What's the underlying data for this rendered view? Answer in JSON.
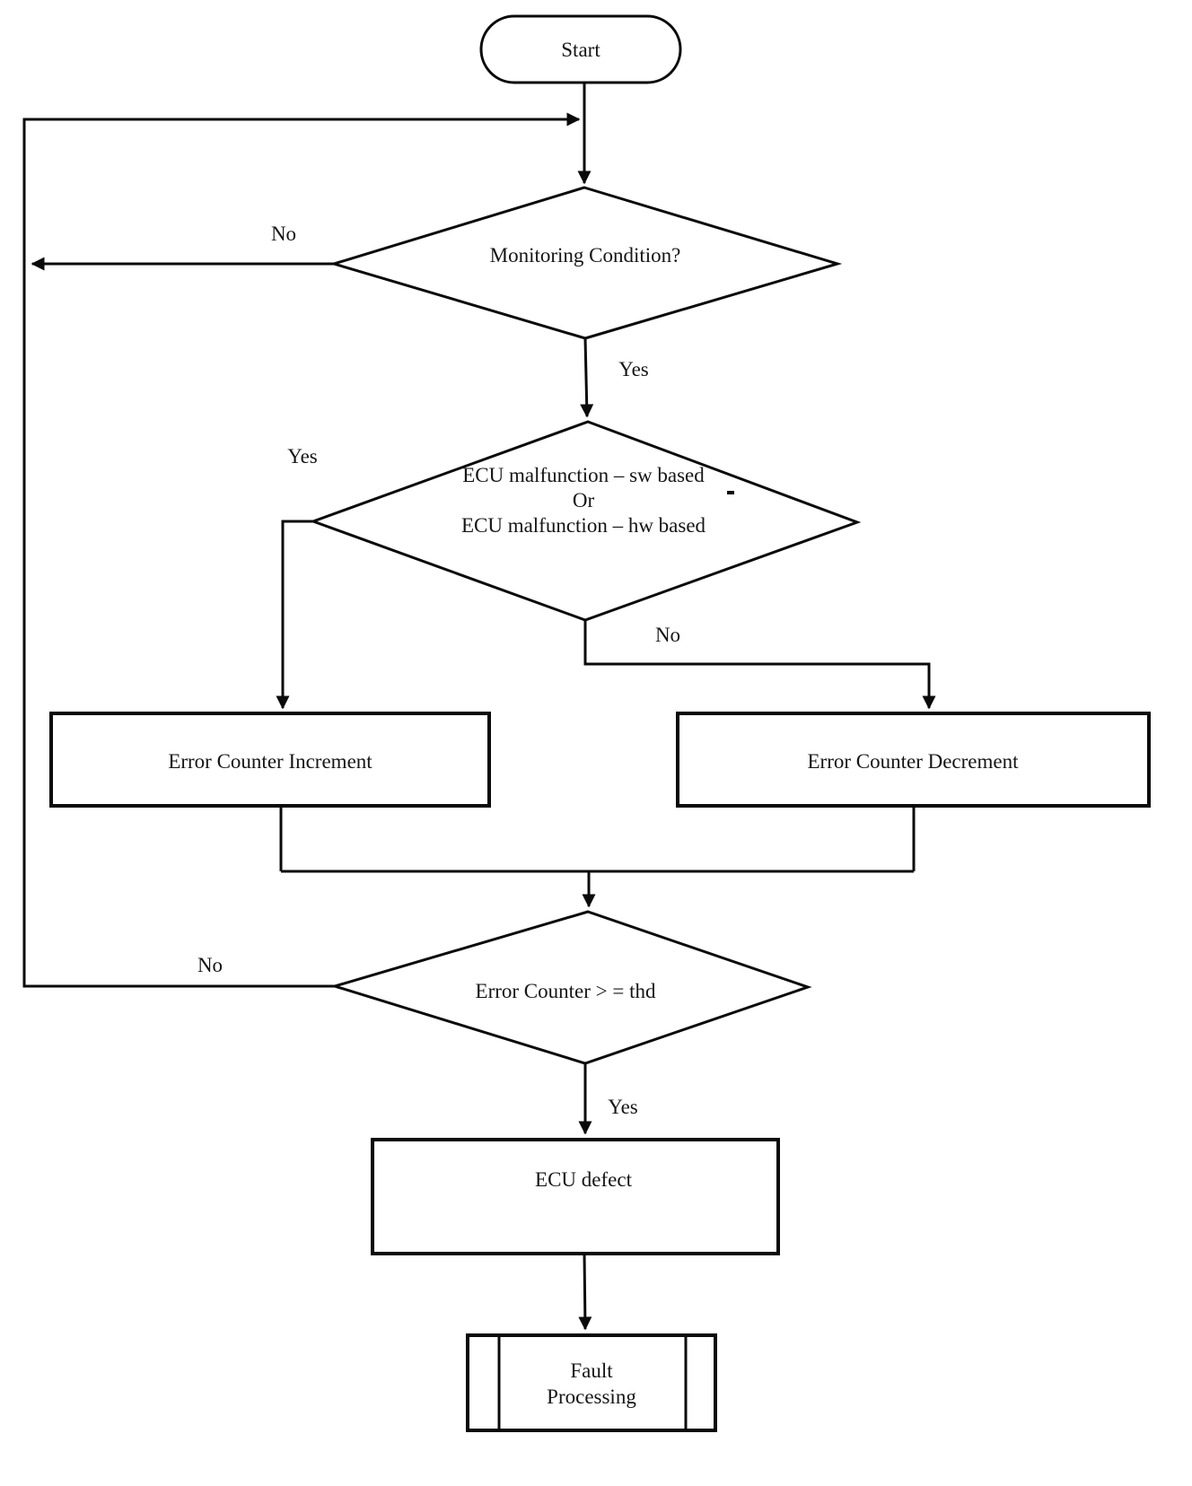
{
  "figure": {
    "kind": "flowchart",
    "colors": {
      "background": "#ffffff",
      "ink": "#0a0a0a"
    }
  },
  "nodes": {
    "start": {
      "type": "terminator",
      "label": "Start"
    },
    "monitoring": {
      "type": "decision",
      "label": "Monitoring Condition?"
    },
    "malfunction": {
      "type": "decision",
      "line1": "ECU malfunction – sw based",
      "line2": "Or",
      "line3": "ECU malfunction – hw based"
    },
    "increment": {
      "type": "process",
      "label": "Error Counter Increment"
    },
    "decrement": {
      "type": "process",
      "label": "Error Counter Decrement"
    },
    "threshold": {
      "type": "decision",
      "label": "Error Counter > = thd"
    },
    "defect": {
      "type": "process",
      "label": "ECU defect"
    },
    "fault": {
      "type": "predefined-process",
      "line1": "Fault",
      "line2": "Processing"
    }
  },
  "labels": {
    "monitoring_no": "No",
    "monitoring_yes": "Yes",
    "malfunction_yes": "Yes",
    "malfunction_no": "No",
    "threshold_no": "No",
    "threshold_yes": "Yes"
  }
}
